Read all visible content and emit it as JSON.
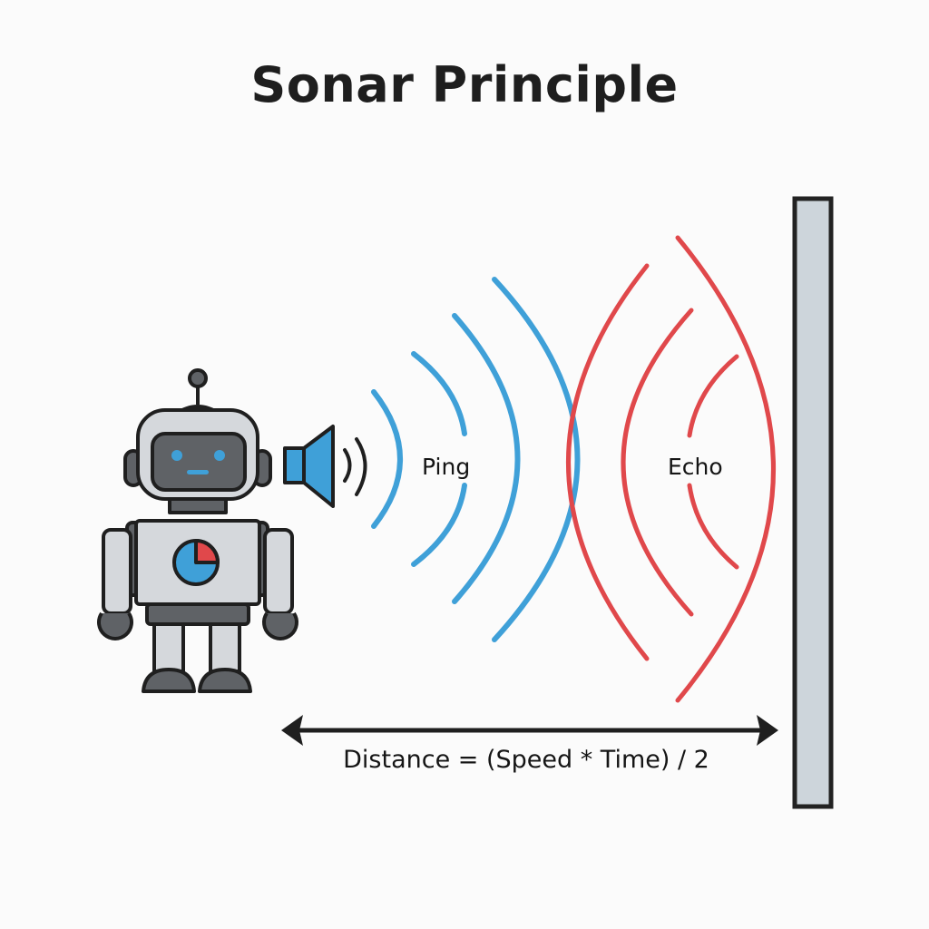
{
  "title": "Sonar Principle",
  "labels": {
    "ping": "Ping",
    "echo": "Echo",
    "formula": "Distance = (Speed * Time) / 2"
  },
  "elements": {
    "robot": "robot-icon",
    "speaker": "speaker-icon",
    "wall": "wall-obstacle",
    "distance_arrow": "double-headed-arrow"
  },
  "colors": {
    "ping_wave": "#3fa0d8",
    "echo_wave": "#e0484b",
    "outline": "#1f1f1f",
    "robot_body": "#d5d8dc",
    "robot_dark": "#5f6266",
    "wall_fill": "#cdd5db",
    "background": "#fbfbfb"
  }
}
